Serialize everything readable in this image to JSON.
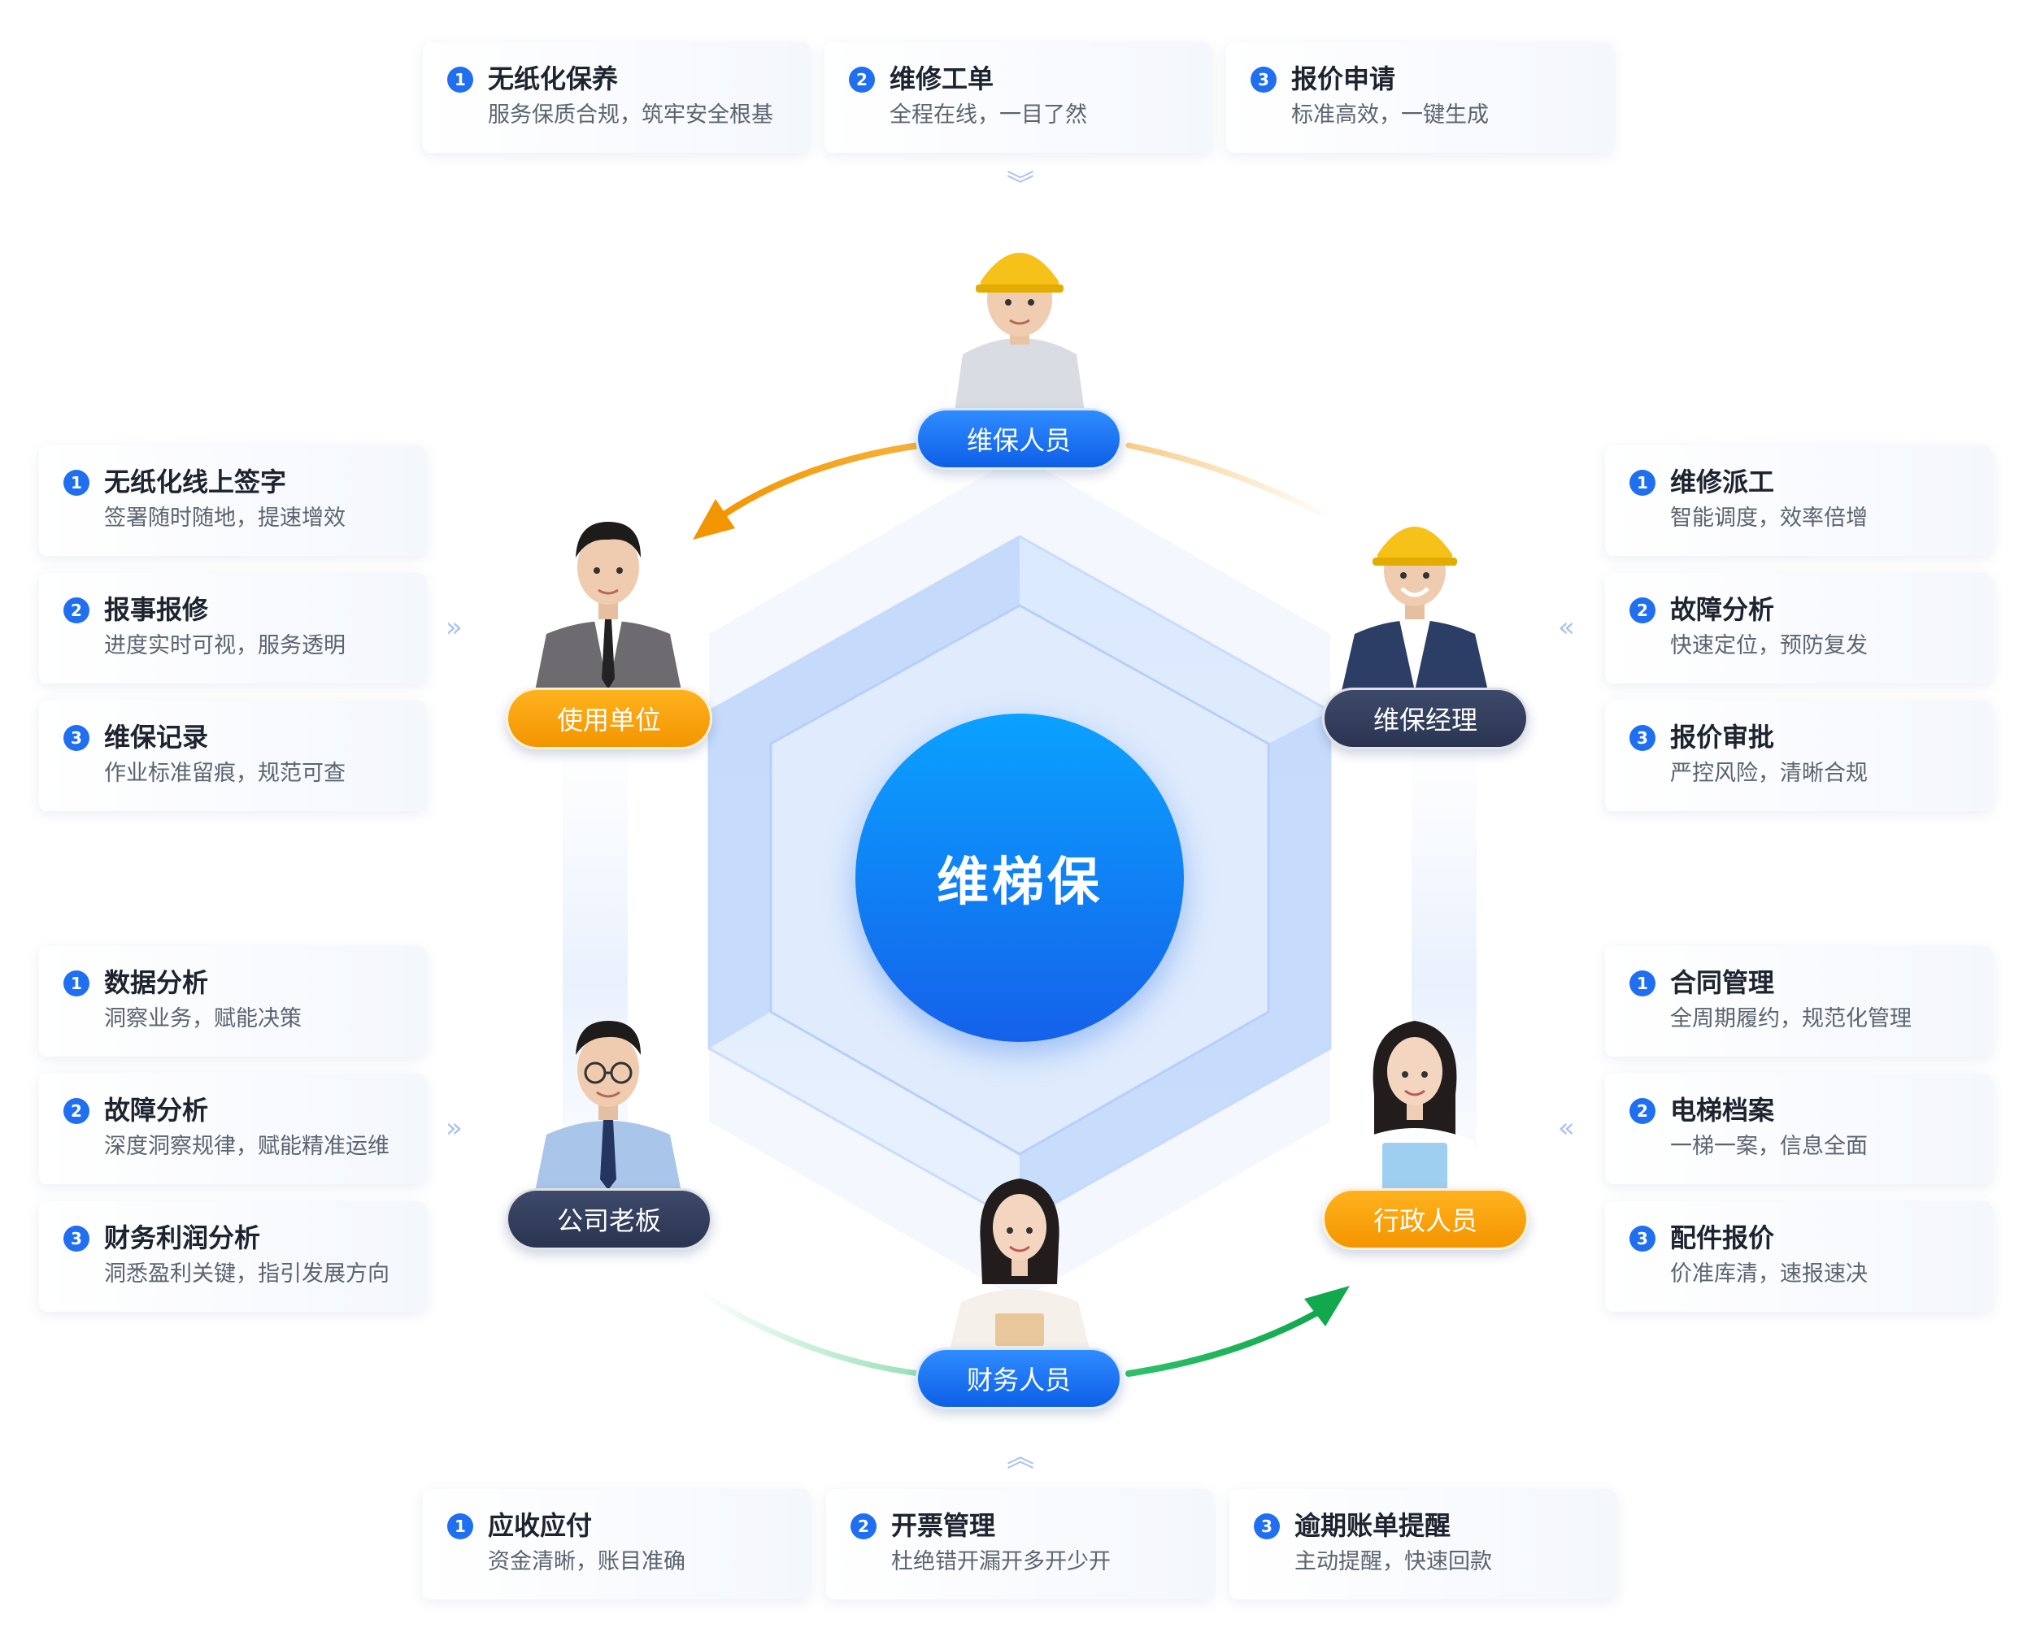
{
  "center_label": "维梯保",
  "roles": {
    "maintenance_staff": "维保人员",
    "user_unit": "使用单位",
    "maintenance_manager": "维保经理",
    "company_boss": "公司老板",
    "admin_staff": "行政人员",
    "finance_staff": "财务人员"
  },
  "groups": {
    "top": [
      {
        "num": "1",
        "title": "无纸化保养",
        "desc": "服务保质合规，筑牢安全根基"
      },
      {
        "num": "2",
        "title": "维修工单",
        "desc": "全程在线，一目了然"
      },
      {
        "num": "3",
        "title": "报价申请",
        "desc": "标准高效，一键生成"
      }
    ],
    "left_upper": [
      {
        "num": "1",
        "title": "无纸化线上签字",
        "desc": "签署随时随地，提速增效"
      },
      {
        "num": "2",
        "title": "报事报修",
        "desc": "进度实时可视，服务透明"
      },
      {
        "num": "3",
        "title": "维保记录",
        "desc": "作业标准留痕，规范可查"
      }
    ],
    "right_upper": [
      {
        "num": "1",
        "title": "维修派工",
        "desc": "智能调度，效率倍增"
      },
      {
        "num": "2",
        "title": "故障分析",
        "desc": "快速定位，预防复发"
      },
      {
        "num": "3",
        "title": "报价审批",
        "desc": "严控风险，清晰合规"
      }
    ],
    "left_lower": [
      {
        "num": "1",
        "title": "数据分析",
        "desc": "洞察业务，赋能决策"
      },
      {
        "num": "2",
        "title": "故障分析",
        "desc": "深度洞察规律，赋能精准运维"
      },
      {
        "num": "3",
        "title": "财务利润分析",
        "desc": "洞悉盈利关键，指引发展方向"
      }
    ],
    "right_lower": [
      {
        "num": "1",
        "title": "合同管理",
        "desc": "全周期履约，规范化管理"
      },
      {
        "num": "2",
        "title": "电梯档案",
        "desc": "一梯一案，信息全面"
      },
      {
        "num": "3",
        "title": "配件报价",
        "desc": "价准库清，速报速决"
      }
    ],
    "bottom": [
      {
        "num": "1",
        "title": "应收应付",
        "desc": "资金清晰，账目准确"
      },
      {
        "num": "2",
        "title": "开票管理",
        "desc": "杜绝错开漏开多开少开"
      },
      {
        "num": "3",
        "title": "逾期账单提醒",
        "desc": "主动提醒，快速回款"
      }
    ]
  },
  "colors": {
    "primary_blue": "#1f6ff0",
    "orange": "#f39500",
    "navy": "#2a3452",
    "green_arrow": "#1bb55c"
  }
}
